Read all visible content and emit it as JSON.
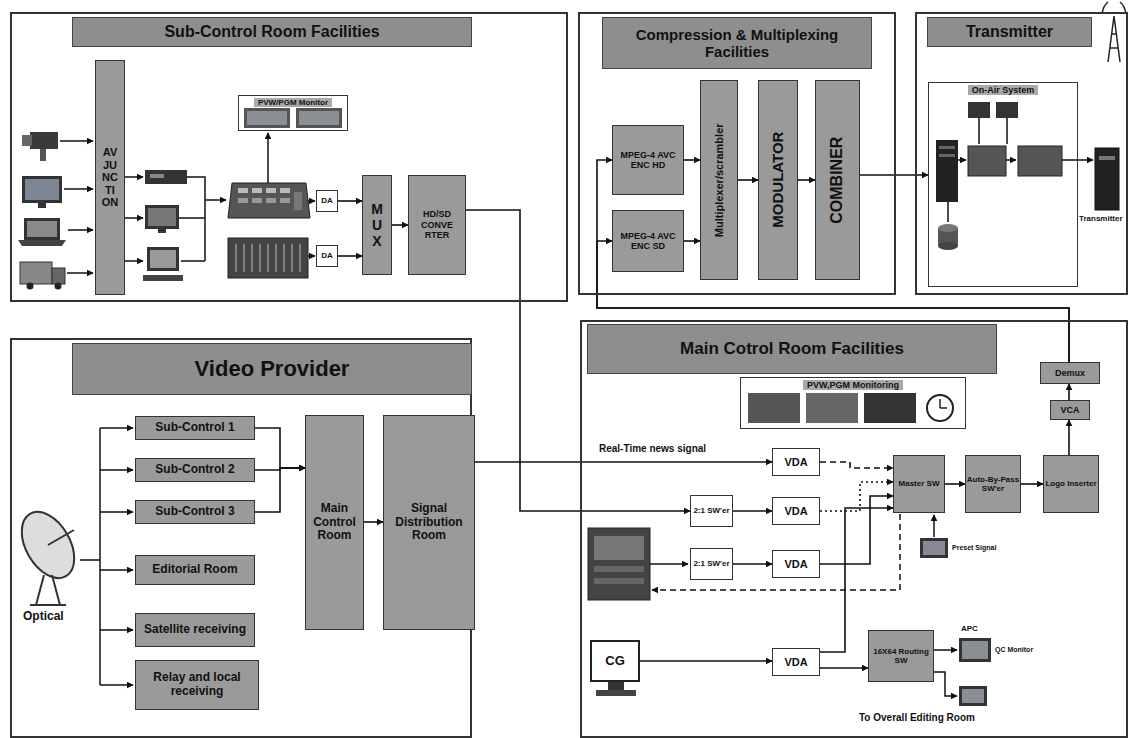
{
  "diagram": {
    "nodes": [
      {
        "text": [
          "Sub-Control Room Facilities"
        ]
      },
      {
        "text": [
          "AV JUNCTION"
        ],
        "in": 0
      },
      {
        "text": [
          "PVW/PGM Monitor"
        ],
        "in": 0
      },
      {
        "text": [
          "DA"
        ],
        "in": 0
      },
      {
        "text": [
          "DA"
        ],
        "in": 0
      },
      {
        "text": [
          "MUX"
        ],
        "in": 0
      },
      {
        "text": [
          "HD/SD CONVERTER"
        ],
        "in": 0
      },
      {
        "text": [
          "Compression & Multiplexing Facilities"
        ]
      },
      {
        "text": [
          "MPEG-4 AVC ENC HD"
        ],
        "in": 7
      },
      {
        "text": [
          "MPEG-4 AVC ENC SD"
        ],
        "in": 7
      },
      {
        "text": [
          "Multiplexer/scrambler"
        ],
        "in": 7
      },
      {
        "text": [
          "MODULATOR"
        ],
        "in": 7
      },
      {
        "text": [
          "COMBINER"
        ],
        "in": 7
      },
      {
        "text": [
          "Transmitter"
        ]
      },
      {
        "text": [
          "On-Air System"
        ],
        "in": 13
      },
      {
        "text": [
          "Video Provider"
        ]
      },
      {
        "text": [
          "Sub-Control 1"
        ],
        "in": 15
      },
      {
        "text": [
          "Sub-Control 2"
        ],
        "in": 15
      },
      {
        "text": [
          "Sub-Control 3"
        ],
        "in": 15
      },
      {
        "text": [
          "Editorial Room"
        ],
        "in": 15
      },
      {
        "text": [
          "Satellite receiving"
        ],
        "in": 15
      },
      {
        "text": [
          "Relay and local receiving"
        ],
        "in": 15
      },
      {
        "text": [
          "Main Control Room"
        ],
        "in": 15
      },
      {
        "text": [
          "Signal Distribution Room"
        ],
        "in": 15
      },
      {
        "text": [
          "Main Cotrol Room Facilities"
        ]
      },
      {
        "text": [
          "PVW,PGM Monitoring"
        ],
        "in": 24
      },
      {
        "text": [
          "VDA"
        ],
        "in": 24
      },
      {
        "text": [
          "2:1 SW'er"
        ],
        "in": 24
      },
      {
        "text": [
          "VDA"
        ],
        "in": 24
      },
      {
        "text": [
          "2:1 SW'er"
        ],
        "in": 24
      },
      {
        "text": [
          "VDA"
        ],
        "in": 24
      },
      {
        "text": [
          "CG"
        ],
        "in": 24
      },
      {
        "text": [
          "VDA"
        ],
        "in": 24
      },
      {
        "text": [
          "Master SW"
        ],
        "in": 24
      },
      {
        "text": [
          "Auto-By-Pass SW'er"
        ],
        "in": 24
      },
      {
        "text": [
          "Logo Inserter"
        ],
        "in": 24
      },
      {
        "text": [
          "VCA"
        ],
        "in": 24
      },
      {
        "text": [
          "Demux"
        ],
        "in": 24
      },
      {
        "text": [
          "16X64 Routing SW"
        ],
        "in": 24
      }
    ],
    "edges": [
      {
        "from": 3,
        "to": 5,
        "arrow": "to"
      },
      {
        "from": 4,
        "to": 5,
        "arrow": "to"
      },
      {
        "from": 5,
        "to": 6,
        "arrow": "to"
      },
      {
        "from": 6,
        "to": 27,
        "arrow": "to"
      },
      {
        "from": 16,
        "to": 22,
        "arrow": "to"
      },
      {
        "from": 17,
        "to": 22,
        "arrow": "to"
      },
      {
        "from": 18,
        "to": 22,
        "arrow": "to"
      },
      {
        "from": 22,
        "to": 23,
        "arrow": "to"
      },
      {
        "from": 23,
        "to": 26,
        "label": "Real-Time news signal",
        "arrow": "to"
      },
      {
        "from": 27,
        "to": 28,
        "arrow": "to"
      },
      {
        "from": 29,
        "to": 30,
        "arrow": "to"
      },
      {
        "from": 31,
        "to": 32,
        "arrow": "to"
      },
      {
        "from": 26,
        "to": 33,
        "arrow": "to"
      },
      {
        "from": 28,
        "to": 33,
        "arrow": "to"
      },
      {
        "from": 30,
        "to": 33,
        "arrow": "to"
      },
      {
        "from": 32,
        "to": 33,
        "arrow": "to"
      },
      {
        "from": 32,
        "to": 38,
        "arrow": "to"
      },
      {
        "from": 33,
        "to": 34,
        "arrow": "to"
      },
      {
        "from": 34,
        "to": 35,
        "arrow": "to"
      },
      {
        "from": 35,
        "to": 36,
        "arrow": "to"
      },
      {
        "from": 36,
        "to": 37,
        "arrow": "to"
      },
      {
        "from": 37,
        "to": 8,
        "arrow": "to"
      },
      {
        "from": 37,
        "to": 9,
        "arrow": "to"
      },
      {
        "from": 8,
        "to": 10,
        "arrow": "to"
      },
      {
        "from": 9,
        "to": 10,
        "arrow": "to"
      },
      {
        "from": 10,
        "to": 11,
        "arrow": "to"
      },
      {
        "from": 11,
        "to": 12,
        "arrow": "to"
      },
      {
        "from": 12,
        "to": 14,
        "arrow": "to"
      }
    ],
    "labels": [
      "Optical",
      "Preset Signal",
      "APC",
      "QC Monitor",
      "To Overall Editing Room",
      "Transmitter"
    ]
  }
}
